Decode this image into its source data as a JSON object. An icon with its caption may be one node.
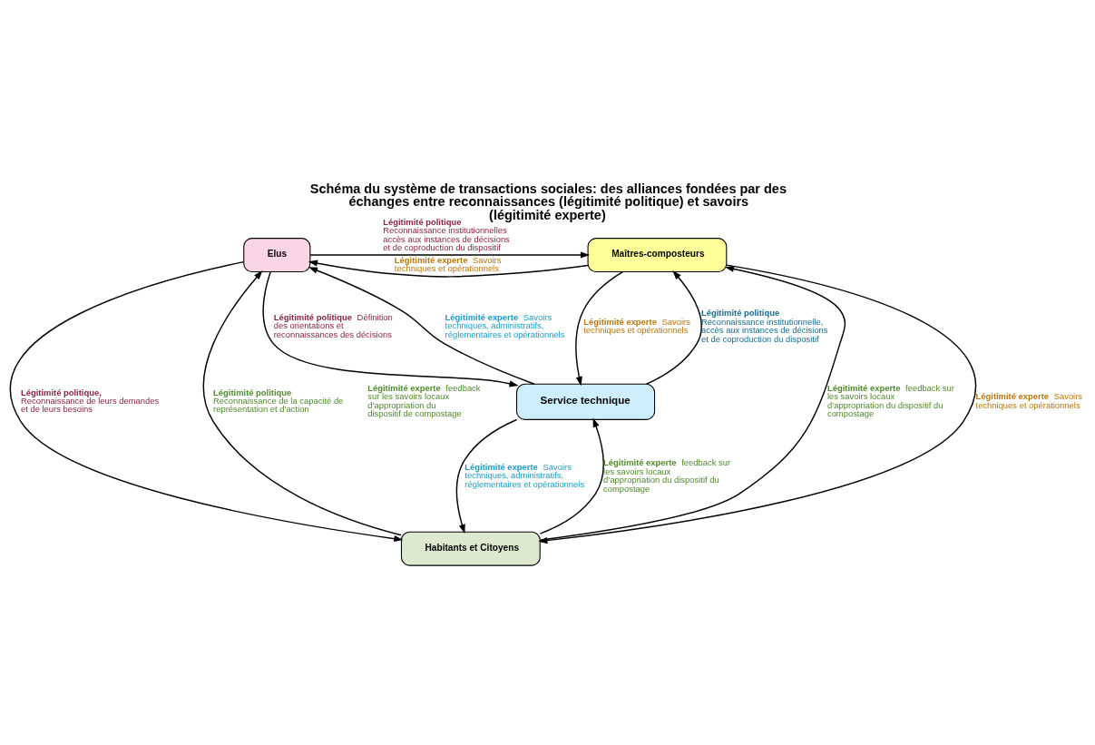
{
  "diagram": {
    "title": "Schéma du système de transactions sociales: des alliances fondées par des échanges entre reconnaissances (légitimité politique) et savoirs (légitimité experte)",
    "nodes": [
      {
        "text": [
          "Elus"
        ]
      },
      {
        "text": [
          "Maîtres-composteurs"
        ]
      },
      {
        "text": [
          "Service technique"
        ]
      },
      {
        "text": [
          "Habitants et Citoyens"
        ]
      }
    ],
    "edges": [
      {
        "from": 0,
        "to": 1,
        "arrow": "to",
        "label": "**Légitimité politique** Reconnaissance institutionnelles accès aux instances de décisions et de coproduction du dispositif"
      },
      {
        "from": 1,
        "to": 0,
        "arrow": "to",
        "label": "**Légitimité experte** Savoirs techniques et opérationnels"
      },
      {
        "from": 0,
        "to": 2,
        "arrow": "to",
        "label": "**Légitimité politique** Définition des orientations et reconnaissances des décisions"
      },
      {
        "from": 2,
        "to": 0,
        "arrow": "to",
        "label": "**Légitimité experte** Savoirs techniques, administratifs, réglementaires et opérationnels"
      },
      {
        "from": 1,
        "to": 2,
        "arrow": "to",
        "label": "**Légitimité experte** Savoirs techniques et opérationnels"
      },
      {
        "from": 2,
        "to": 1,
        "arrow": "to",
        "label": "**Légitimité politique** Reconnaissance institutionnelle, accès aux instances de décisions et de coproduction du dispositif"
      },
      {
        "from": 0,
        "to": 3,
        "arrow": "to",
        "label": "**Légitimité politique,** Reconnaissance de leurs demandes et de leurs besoins"
      },
      {
        "from": 3,
        "to": 0,
        "arrow": "to",
        "label": "**Légitimité politique** Reconnaissance de la capacité de représentation et d’action"
      },
      {
        "from": 3,
        "to": 2,
        "arrow": "to",
        "label": "**Légitimité experte** feedback sur les savoirs locaux d’appropriation du dispositif du compostage"
      },
      {
        "from": 2,
        "to": 3,
        "arrow": "to",
        "label": "**Légitimité experte** Savoirs techniques, administratifs, réglementaires et opérationnels"
      },
      {
        "from": 3,
        "to": 1,
        "arrow": "to",
        "label": "**Légitimité experte** feedback sur les savoirs locaux d’appropriation du dispositif du compostage"
      },
      {
        "from": 1,
        "to": 3,
        "arrow": "to",
        "label": "**Légitimité experte** Savoirs techniques et opérationnels"
      }
    ],
    "labels": [
      "**Légitimité experte** feedback sur les savoirs locaux d’appropriation du dispositif de compostage"
    ]
  }
}
